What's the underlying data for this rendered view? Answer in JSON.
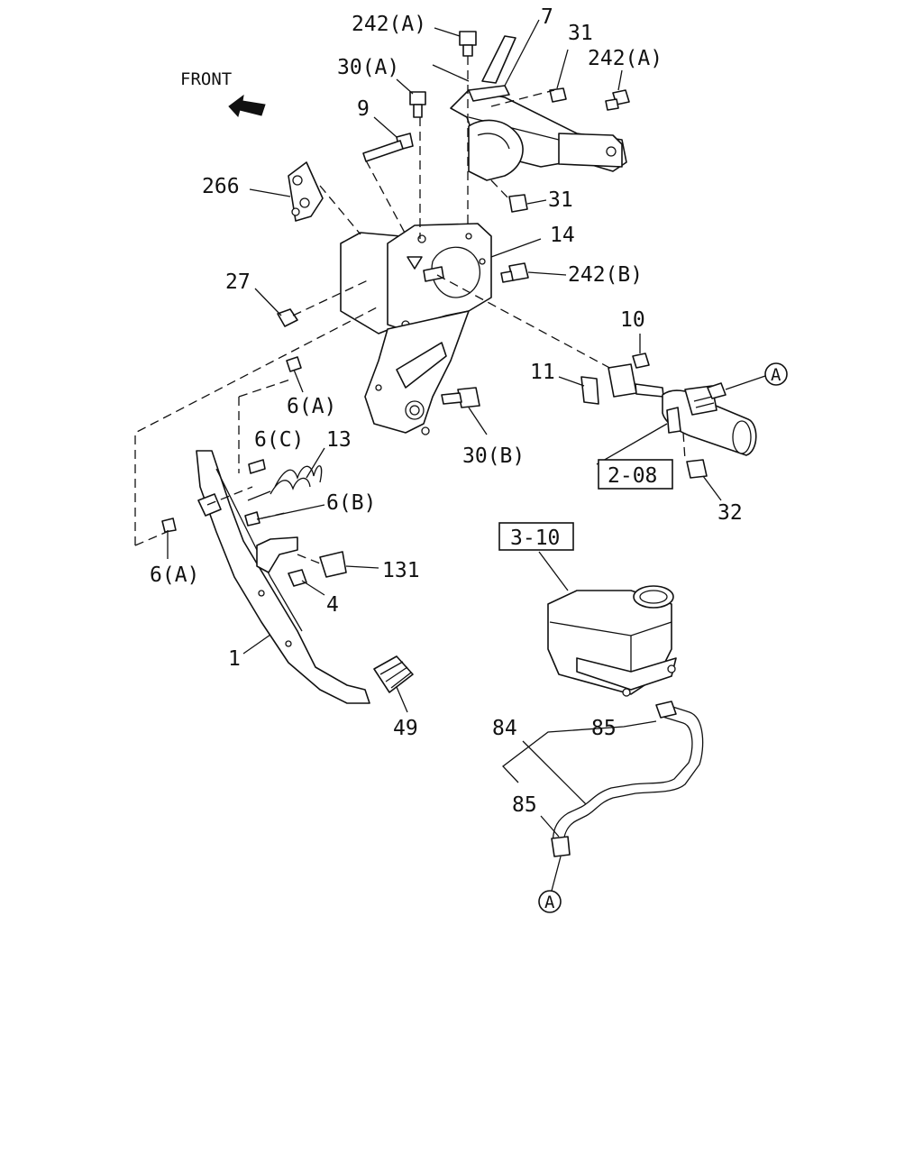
{
  "direction": {
    "label": "FRONT",
    "icon": "front-arrow-icon"
  },
  "labels": {
    "p242A_top": "242(A)",
    "p7": "7",
    "p31_top": "31",
    "p242A_right": "242(A)",
    "p30A": "30(A)",
    "p9": "9",
    "p266": "266",
    "p31_mid": "31",
    "p14": "14",
    "p27": "27",
    "p242B": "242(B)",
    "p10": "10",
    "p11": "11",
    "p6A_upper": "6(A)",
    "p6C": "6(C)",
    "p13": "13",
    "p30B": "30(B)",
    "ref_2_08": "2-08",
    "p6B": "6(B)",
    "p32": "32",
    "p6A_lower": "6(A)",
    "p131": "131",
    "ref_3_10": "3-10",
    "p4": "4",
    "p1": "1",
    "p49": "49",
    "p84": "84",
    "p85_top": "85",
    "p85_bottom": "85",
    "connector_A_top": "A",
    "connector_A_bottom": "A"
  }
}
